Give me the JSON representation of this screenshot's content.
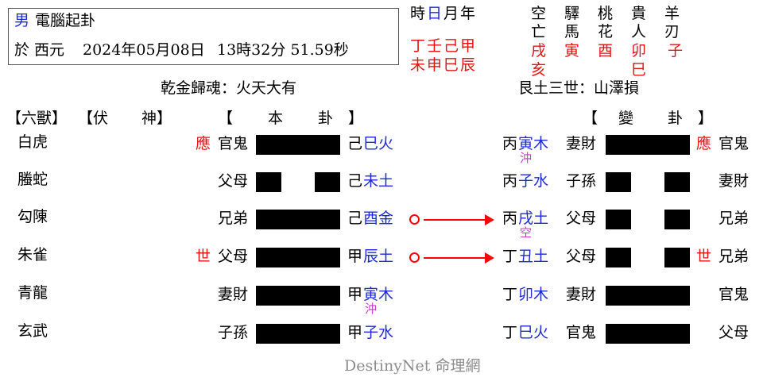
{
  "header": {
    "gender": "男",
    "method": "電腦起卦",
    "date_prefix": "於 西元",
    "date": "2024年05月08日",
    "time": "13時32分 51.59秒"
  },
  "pillars": {
    "labels": [
      "時",
      "日",
      "月",
      "年"
    ],
    "stems": [
      "丁",
      "壬",
      "己",
      "甲"
    ],
    "branches": [
      "未",
      "申",
      "巳",
      "辰"
    ]
  },
  "shensha": {
    "columns": [
      {
        "top": "空",
        "mid": "亡",
        "vals": [
          "戌",
          "亥"
        ]
      },
      {
        "top": "驛",
        "mid": "馬",
        "vals": [
          "寅"
        ]
      },
      {
        "top": "桃",
        "mid": "花",
        "vals": [
          "酉"
        ]
      },
      {
        "top": "貴",
        "mid": "人",
        "vals": [
          "卯",
          "巳"
        ]
      },
      {
        "top": "羊",
        "mid": "刃",
        "vals": [
          "子"
        ]
      }
    ]
  },
  "main_gua_title": "乾金歸魂：火天大有",
  "changed_gua_title": "艮土三世：山澤損",
  "headers": {
    "liushou": "【六獸】",
    "fushen_open": "【伏",
    "fushen_close": "神】",
    "bengua_open": "【",
    "bengua_ben": "本",
    "bengua_gua": "卦",
    "bengua_close": "】",
    "biangua_open": "【",
    "biangua_bian": "變",
    "biangua_gua": "卦",
    "biangua_close": "】"
  },
  "rows": [
    {
      "beast": "白虎",
      "mark": "應",
      "relation": "官鬼",
      "yang": true,
      "stem": "己",
      "branch": "巳火",
      "moving": false,
      "note": "",
      "c_stem": "丙",
      "c_branch": "寅木",
      "c_note": "沖",
      "c_relation": "妻財",
      "c_yang": true,
      "c_mark": "應",
      "c_right": "官鬼"
    },
    {
      "beast": "螣蛇",
      "mark": "",
      "relation": "父母",
      "yang": false,
      "stem": "己",
      "branch": "未土",
      "moving": false,
      "note": "",
      "c_stem": "丙",
      "c_branch": "子水",
      "c_note": "",
      "c_relation": "子孫",
      "c_yang": false,
      "c_mark": "",
      "c_right": "妻財"
    },
    {
      "beast": "勾陳",
      "mark": "",
      "relation": "兄弟",
      "yang": true,
      "stem": "己",
      "branch": "酉金",
      "moving": true,
      "note": "",
      "c_stem": "丙",
      "c_branch": "戌土",
      "c_note": "空",
      "c_relation": "父母",
      "c_yang": false,
      "c_mark": "",
      "c_right": "兄弟"
    },
    {
      "beast": "朱雀",
      "mark": "世",
      "relation": "父母",
      "yang": true,
      "stem": "甲",
      "branch": "辰土",
      "moving": true,
      "note": "",
      "c_stem": "丁",
      "c_branch": "丑土",
      "c_note": "",
      "c_relation": "父母",
      "c_yang": false,
      "c_mark": "世",
      "c_right": "兄弟"
    },
    {
      "beast": "青龍",
      "mark": "",
      "relation": "妻財",
      "yang": true,
      "stem": "甲",
      "branch": "寅木",
      "moving": false,
      "note": "沖",
      "c_stem": "丁",
      "c_branch": "卯木",
      "c_note": "",
      "c_relation": "妻財",
      "c_yang": true,
      "c_mark": "",
      "c_right": "官鬼"
    },
    {
      "beast": "玄武",
      "mark": "",
      "relation": "子孫",
      "yang": true,
      "stem": "甲",
      "branch": "子水",
      "moving": false,
      "note": "",
      "c_stem": "丁",
      "c_branch": "巳火",
      "c_note": "",
      "c_relation": "官鬼",
      "c_yang": true,
      "c_mark": "",
      "c_right": "父母"
    }
  ],
  "footer": "DestinyNet 命理網",
  "colors": {
    "blue": "#1e2ad8",
    "red": "#e11414",
    "magenta": "#c43cc0",
    "arrow": "#ff0000"
  }
}
